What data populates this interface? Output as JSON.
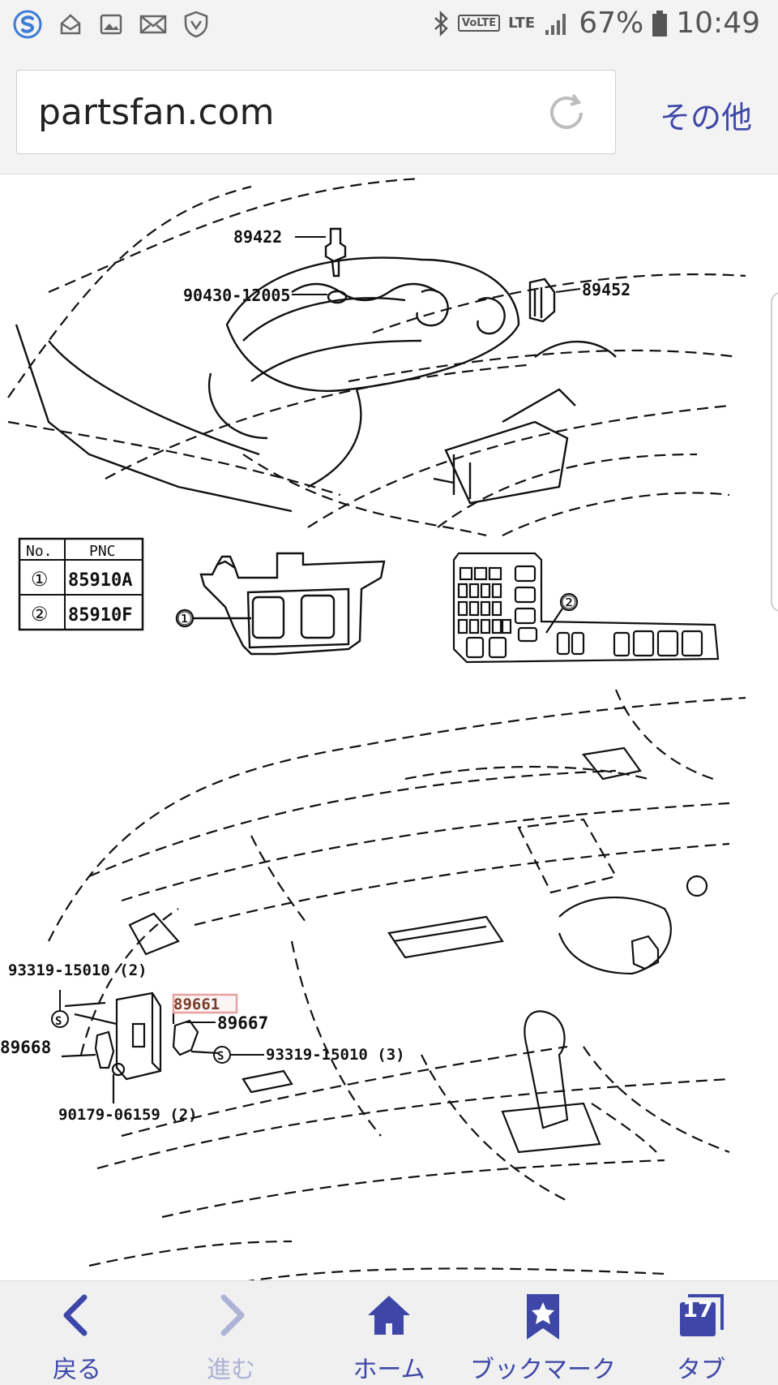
{
  "status_bar": {
    "battery": "67%",
    "time": "10:49",
    "network": "LTE",
    "volte": "VoLTE"
  },
  "browser": {
    "url": "partsfan.com",
    "menu_label": "その他"
  },
  "diagram": {
    "part_labels": {
      "p89422": "89422",
      "p90430": "90430-12005",
      "p89452": "89452",
      "p93319a": "93319-15010 (2)",
      "p89661": "89661",
      "p89667": "89667",
      "p89668": "89668",
      "p93319b": "93319-15010 (3)",
      "p90179": "90179-06159 (2)"
    },
    "pnc_table": {
      "headers": [
        "No.",
        "PNC"
      ],
      "rows": [
        {
          "no": "①",
          "pnc": "85910A"
        },
        {
          "no": "②",
          "pnc": "85910F"
        }
      ]
    },
    "callouts": {
      "c1": "①",
      "c2": "②",
      "s": "S"
    }
  },
  "bottom_nav": {
    "back": "戻る",
    "forward": "進む",
    "home": "ホーム",
    "bookmarks": "ブックマーク",
    "tabs": "タブ",
    "tab_count": "17"
  },
  "colors": {
    "accent": "#3e47a8",
    "disabled": "#aeb3d6",
    "highlight": "#e8a0a0"
  }
}
